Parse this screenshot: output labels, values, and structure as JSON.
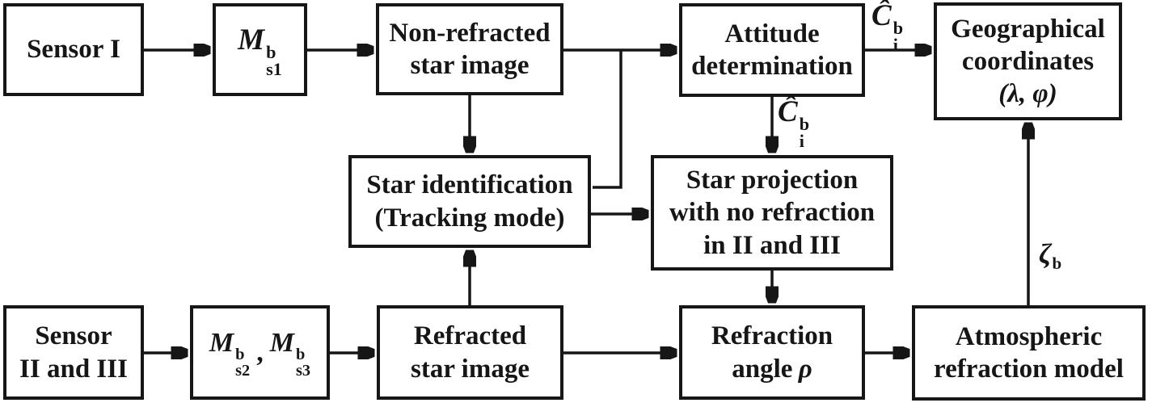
{
  "figure": {
    "background": "#ffffff",
    "line_color": "#161616",
    "box_fill": "#ffffff"
  },
  "nodes": {
    "sensor1": {
      "line1": "Sensor I"
    },
    "m1": {
      "base": "M",
      "sup": "b",
      "sub": "s1"
    },
    "nonrefracted": {
      "line1": "Non-refracted",
      "line2": "star image"
    },
    "attitude": {
      "line1": "Attitude",
      "line2": "determination"
    },
    "geo": {
      "line1": "Geographical",
      "line2": "coordinates",
      "line3": "(λ, φ)"
    },
    "starident": {
      "line1": "Star identification",
      "line2": "(Tracking mode)"
    },
    "starproj": {
      "line1": "Star projection",
      "line2": "with no refraction",
      "line3": "in II and III"
    },
    "sensor23": {
      "line1": "Sensor",
      "line2": "II and III"
    },
    "m23": {
      "base1": "M",
      "sup1": "b",
      "sub1": "s2",
      "sep": ",",
      "base2": "M",
      "sup2": "b",
      "sub2": "s3"
    },
    "refracted": {
      "line1": "Refracted",
      "line2": "star image"
    },
    "refangle": {
      "line1": "Refraction",
      "line2_text": "angle",
      "line2_symbol": "ρ"
    },
    "atmos": {
      "line1": "Atmospheric",
      "line2": "refraction model"
    }
  },
  "edge_labels": {
    "c_hat_top": {
      "base": "Ĉ",
      "sup": "b",
      "sub": "i"
    },
    "c_hat_mid": {
      "base": "Ĉ",
      "sup": "b",
      "sub": "i"
    },
    "zeta_b": {
      "base": "ζ",
      "sub": "b"
    }
  }
}
